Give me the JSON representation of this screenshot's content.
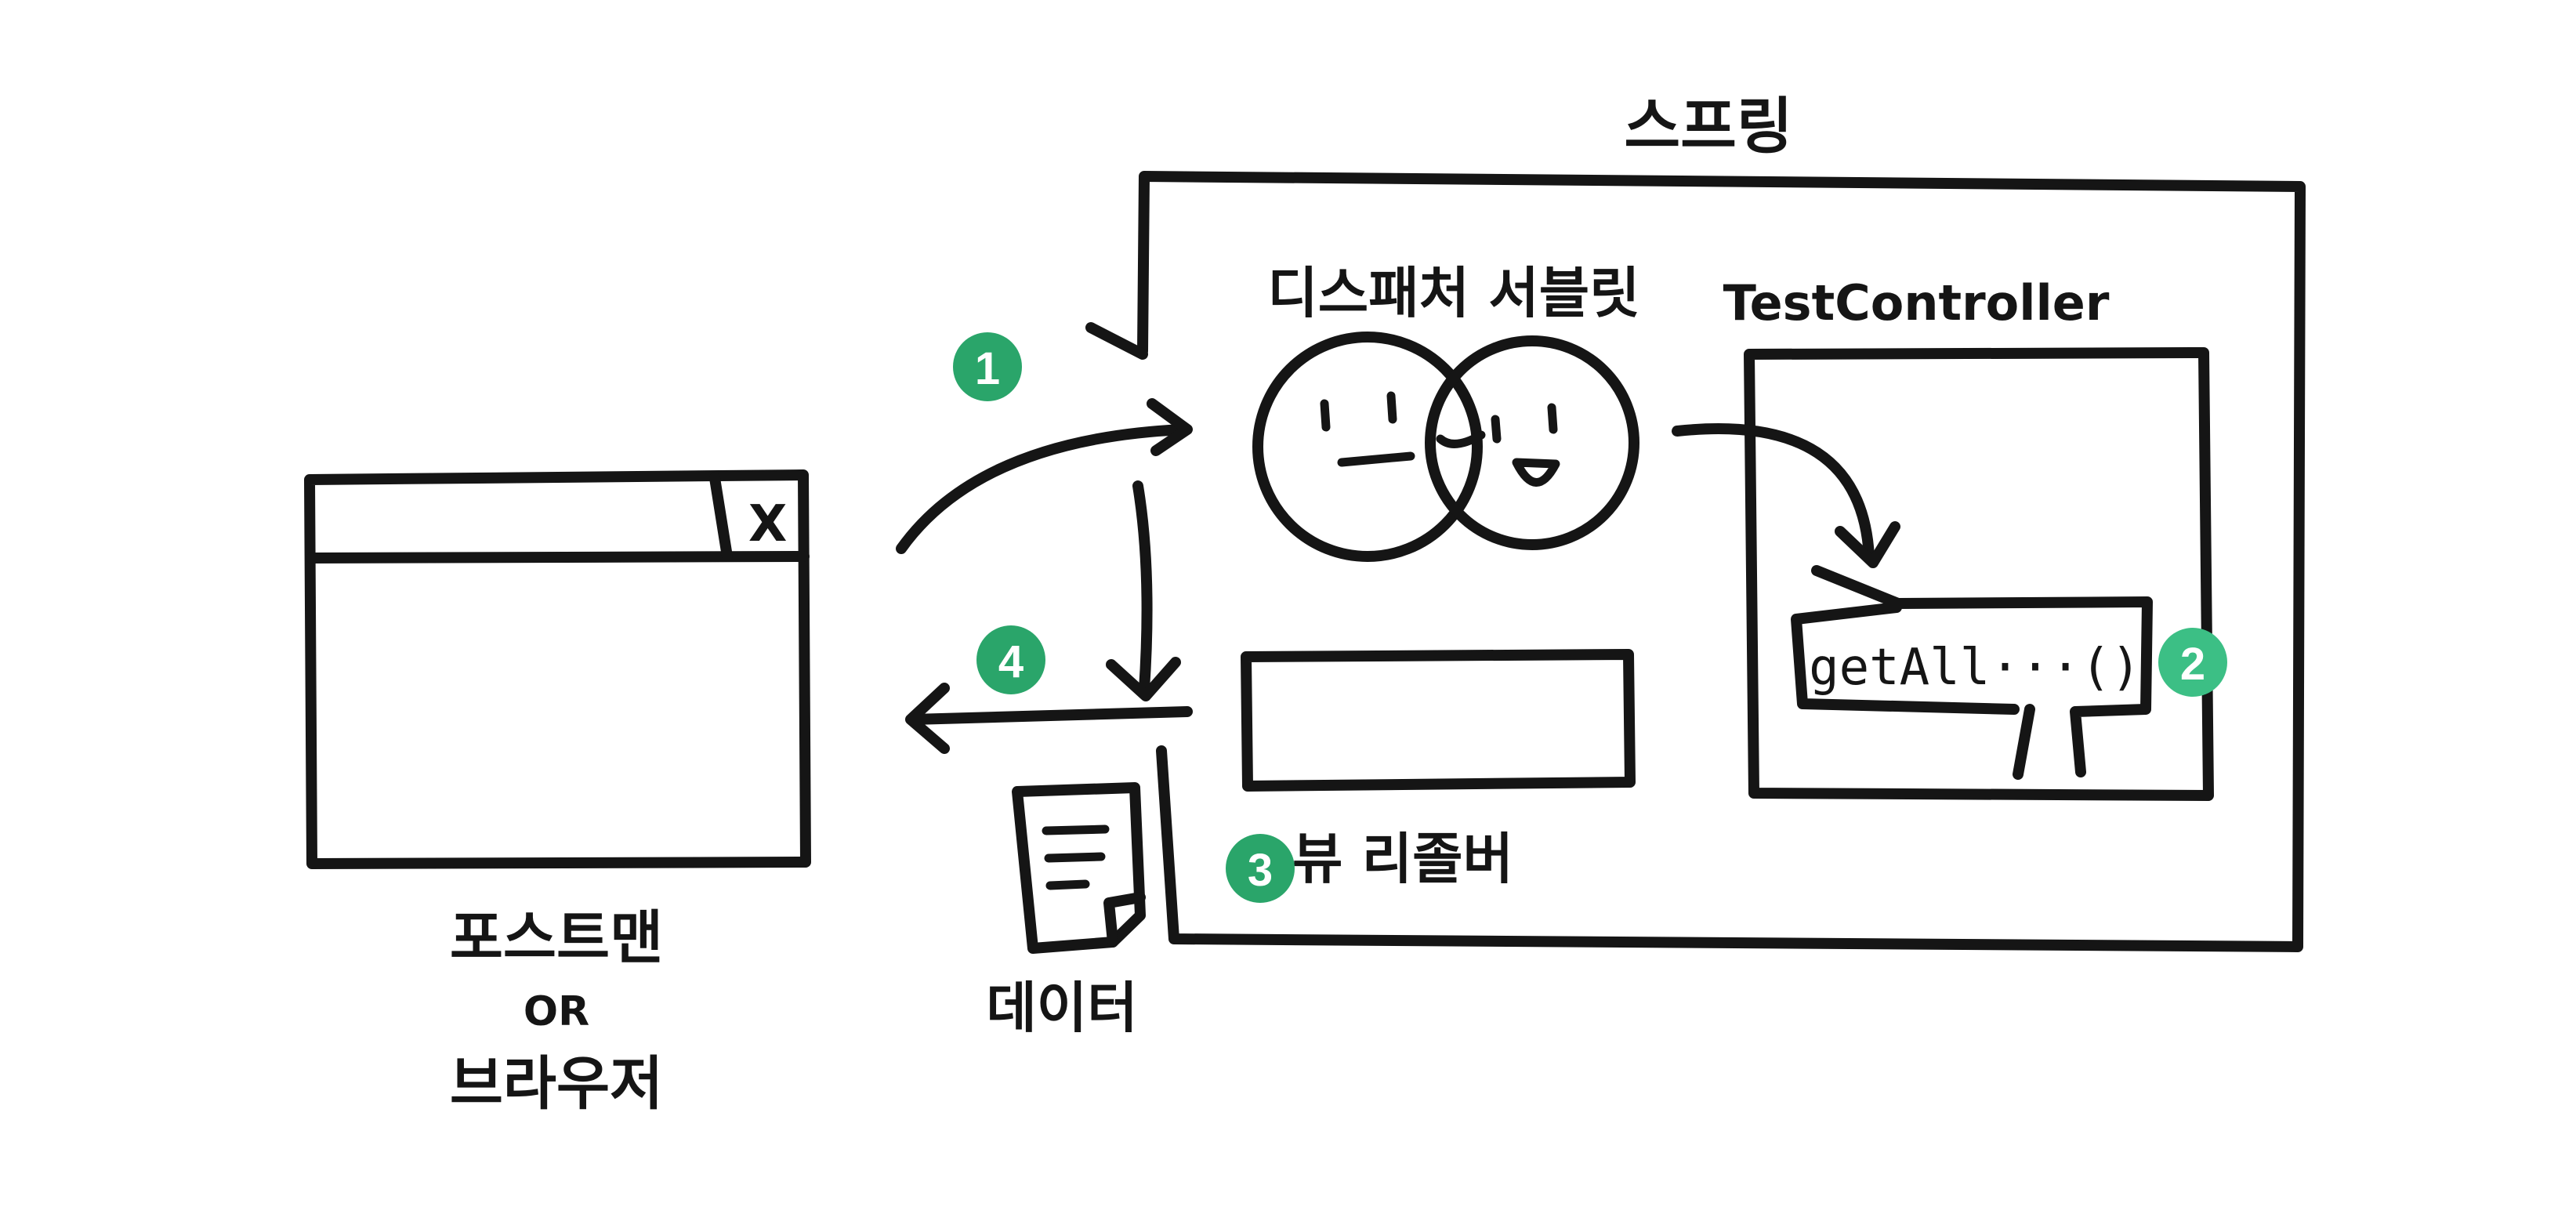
{
  "labels": {
    "spring": "스프링",
    "dispatcher_servlet": "디스패처 서블릿",
    "test_controller": "TestController",
    "method_call": "getAll···()",
    "view_resolver": "뷰 리졸버",
    "data": "데이터",
    "client_line1": "포스트맨",
    "client_line2": "OR",
    "client_line3": "브라우저",
    "window_close": "X"
  },
  "steps": {
    "step1": "1",
    "step2": "2",
    "step3": "3",
    "step4": "4"
  },
  "colors": {
    "ink": "#151515",
    "badge": "#2aa56a",
    "badge_light": "#3cbf85",
    "background": "#ffffff"
  }
}
